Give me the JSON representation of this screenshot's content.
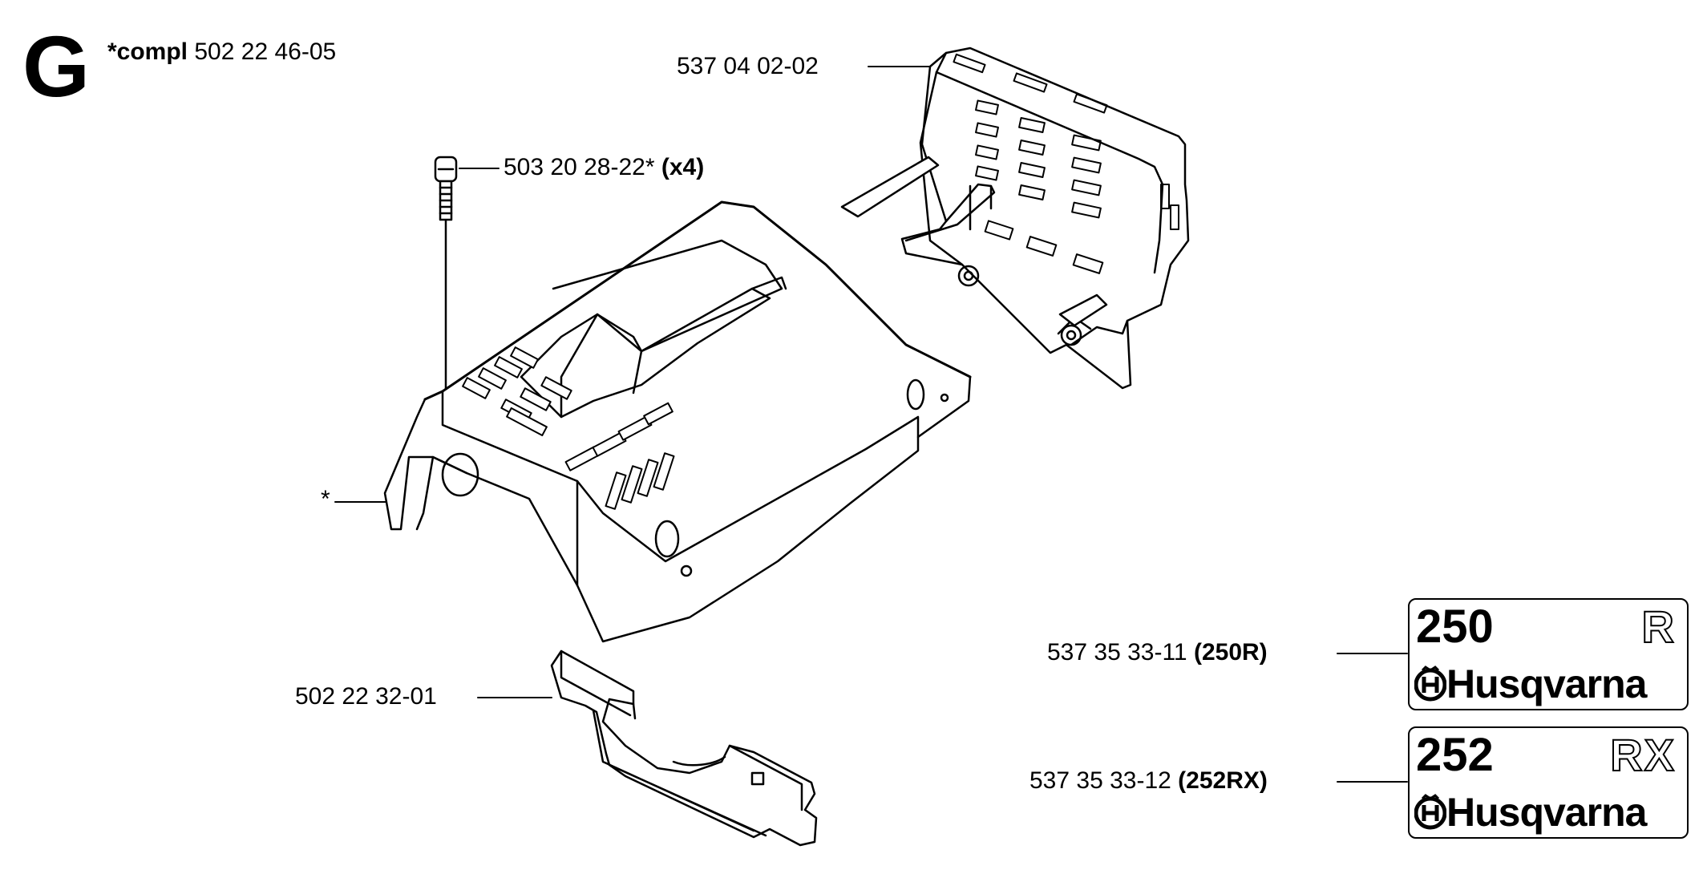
{
  "section": {
    "letter": "G",
    "kit_prefix": "*compl",
    "kit_number": "502 22 46-05"
  },
  "parts": {
    "screw": {
      "number": "503 20 28-22*",
      "qty": "(x4)"
    },
    "cover_marker": {
      "number": "*"
    },
    "muffler_guard": {
      "number": "537 04 02-02"
    },
    "bracket": {
      "number": "502 22 32-01"
    },
    "decal_250": {
      "number": "537 35 33-11",
      "variant": "(250R)"
    },
    "decal_252": {
      "number": "537 35 33-12",
      "variant": "(252RX)"
    }
  },
  "decals": {
    "d250": {
      "model": "250",
      "variant": "R",
      "brand": "Husqvarna"
    },
    "d252": {
      "model": "252",
      "variant": "RX",
      "brand": "Husqvarna"
    }
  },
  "colors": {
    "line": "#000000",
    "background": "#ffffff",
    "fill": "#ffffff"
  }
}
